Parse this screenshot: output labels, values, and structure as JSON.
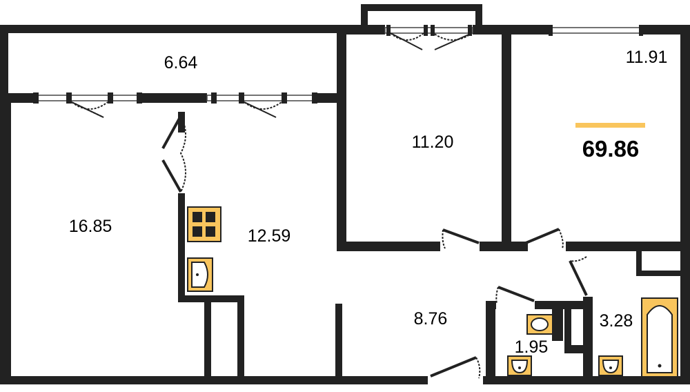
{
  "plan": {
    "total_area": "69.86",
    "accent_color": "#f9c55d",
    "rooms": {
      "balcony": "6.64",
      "living_room": "16.85",
      "kitchen": "12.59",
      "bedroom_middle": "11.20",
      "bedroom_right": "11.91",
      "hallway": "8.76",
      "toilet": "1.95",
      "bathroom": "3.28"
    }
  }
}
